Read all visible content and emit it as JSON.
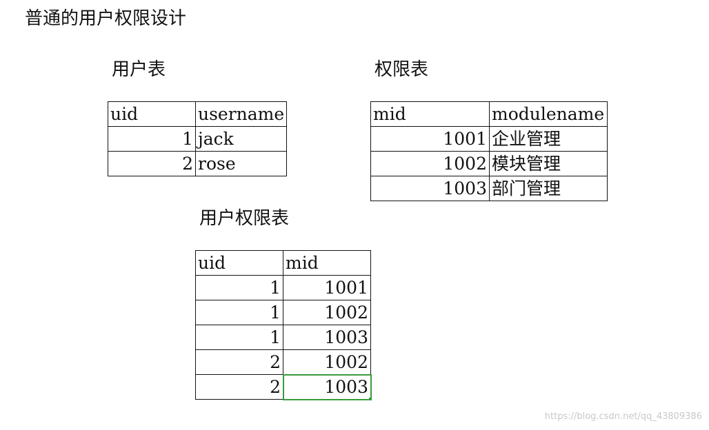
{
  "page_title": "普通的用户权限设计",
  "users": {
    "title": "用户表",
    "headers": [
      "uid",
      "username"
    ],
    "rows": [
      {
        "uid": "1",
        "username": "jack"
      },
      {
        "uid": "2",
        "username": "rose"
      }
    ]
  },
  "permissions": {
    "title": "权限表",
    "headers": [
      "mid",
      "modulename"
    ],
    "rows": [
      {
        "mid": "1001",
        "modulename": "企业管理"
      },
      {
        "mid": "1002",
        "modulename": "模块管理"
      },
      {
        "mid": "1003",
        "modulename": "部门管理"
      }
    ]
  },
  "user_permissions": {
    "title": "用户权限表",
    "headers": [
      "uid",
      "mid"
    ],
    "rows": [
      {
        "uid": "1",
        "mid": "1001"
      },
      {
        "uid": "1",
        "mid": "1002"
      },
      {
        "uid": "1",
        "mid": "1003"
      },
      {
        "uid": "2",
        "mid": "1002"
      },
      {
        "uid": "2",
        "mid": "1003"
      }
    ]
  },
  "watermark": "https://blog.csdn.net/qq_43809386",
  "colors": {
    "selection": "#3a9a3a"
  }
}
